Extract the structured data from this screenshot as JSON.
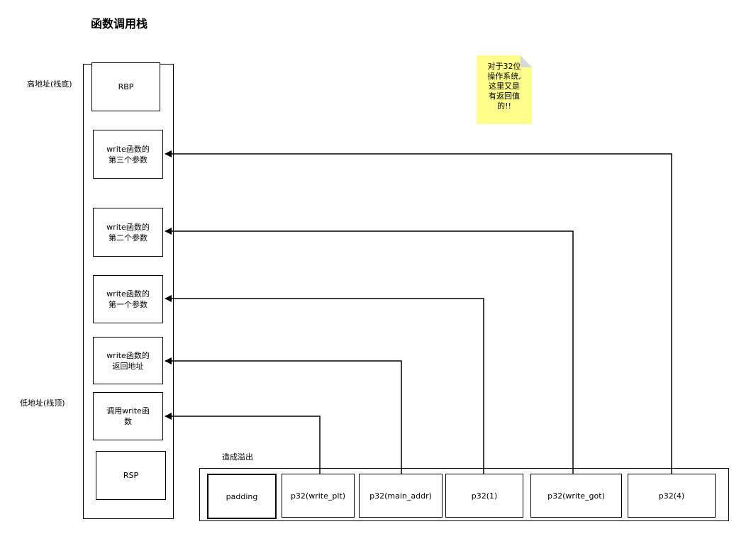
{
  "title": "函数调用栈",
  "labels": {
    "high_addr": "高地址(栈底)",
    "low_addr": "低地址(栈顶)",
    "overflow": "造成溢出"
  },
  "note": {
    "text": "对于32位\n操作系统,\n这里又是\n有返回值\n的!!",
    "color": "#fffe8a"
  },
  "stack": {
    "rbp": "RBP",
    "arg3": "write函数的\n第三个参数",
    "arg2": "write函数的\n第二个参数",
    "arg1": "write函数的\n第一个参数",
    "ret": "write函数的\n返回地址",
    "call": "调用write函\n数",
    "rsp": "RSP"
  },
  "payload": {
    "padding": "padding",
    "write_plt": "p32(write_plt)",
    "main_addr": "p32(main_addr)",
    "p1": "p32(1)",
    "write_got": "p32(write_got)",
    "p4": "p32(4)"
  }
}
